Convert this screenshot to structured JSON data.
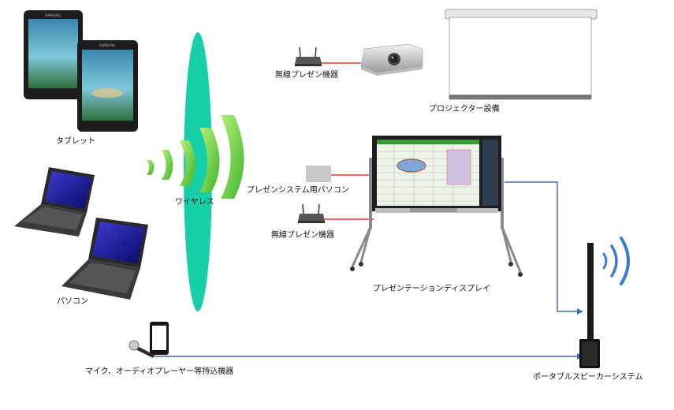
{
  "labels": {
    "tablet": "タブレット",
    "pc": "パソコン",
    "wireless": "ワイヤレス",
    "router_top": "無線プレゼン機器",
    "projector": "プロジェクター設備",
    "presen_pc": "プレゼンシステム用パソコン",
    "router_mid": "無線プレゼン機器",
    "display": "プレゼンテーションディスプレイ",
    "mic": "マイク、オーディオプレーヤー等持込機器",
    "speaker": "ポータブルスピーカーシステム"
  },
  "device_text": {
    "tablet_brand": "SAMSUNG"
  },
  "colors": {
    "wireless_ellipse": "#16cfa6",
    "wifi_wave": "#5fd13a",
    "sound_wave": "#3a7bd5",
    "signal_line": "#3b6fb5",
    "cable_red": "#e0392b"
  },
  "icons": [
    "tablet-icon",
    "laptop-icon",
    "wifi-signal-icon",
    "router-icon",
    "projector-icon",
    "projector-screen-icon",
    "presentation-display-icon",
    "speaker-icon",
    "microphone-icon",
    "smartphone-icon",
    "sound-wave-icon"
  ]
}
